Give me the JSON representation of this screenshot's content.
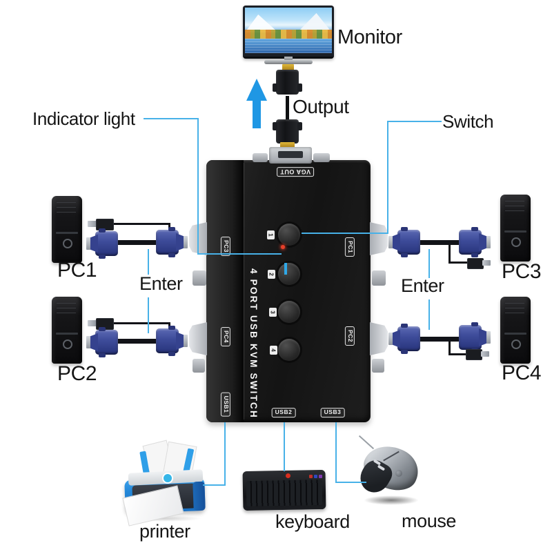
{
  "labels": {
    "monitor": "Monitor",
    "output": "Output",
    "indicator_light": "Indicator light",
    "switch": "Switch",
    "pc1": "PC1",
    "pc2": "PC2",
    "pc3": "PC3",
    "pc4": "PC4",
    "enter_left": "Enter",
    "enter_right": "Enter",
    "printer": "printer",
    "keyboard": "keyboard",
    "mouse": "mouse"
  },
  "device": {
    "brand_text": "4 PORT USB KVM SWITCH",
    "vga_out_label": "VGA OUT",
    "port_labels": {
      "pc1": "PC1",
      "pc2": "PC2",
      "pc3": "PC3",
      "pc4": "PC4",
      "usb1": "USB1",
      "usb2": "USB2",
      "usb3": "USB3"
    },
    "buttons": [
      "1",
      "2",
      "3",
      "4"
    ]
  },
  "colors": {
    "callout_line": "#47b1e8",
    "arrow_blue": "#1f97e4",
    "led_red": "#e8402a",
    "connector_blue": "#3e4c9a",
    "printer_blue": "#2f9fe8",
    "background": "#ffffff"
  }
}
